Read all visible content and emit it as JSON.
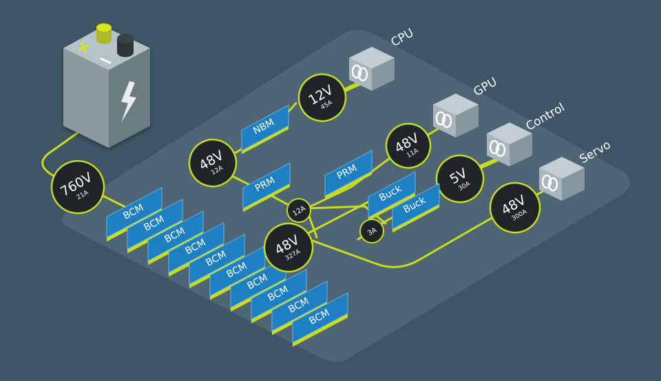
{
  "battery": {
    "plus": "+",
    "minus": "−"
  },
  "source": {
    "voltage": "760V",
    "current": "21A"
  },
  "bcm_modules": [
    "BCM",
    "BCM",
    "BCM",
    "BCM",
    "BCM",
    "BCM",
    "BCM",
    "BCM",
    "BCM",
    "BCM"
  ],
  "bus_main": {
    "voltage": "48V",
    "current": "327A"
  },
  "bus_cpu_in": {
    "voltage": "48V",
    "current": "12A"
  },
  "nbm": "NBM",
  "prm_left": "PRM",
  "prm_right": "PRM",
  "cpu_rail": {
    "voltage": "12V",
    "current": "45A"
  },
  "gpu_rail": {
    "voltage": "48V",
    "current": "11A"
  },
  "control_rail": {
    "voltage": "5V",
    "current": "30A"
  },
  "servo_rail": {
    "voltage": "48V",
    "current": "300A"
  },
  "tap_12a": "12A",
  "tap_3a": "3A",
  "buck_back": "Buck",
  "buck_front": "Buck",
  "loads": {
    "cpu": "CPU",
    "gpu": "GPU",
    "control": "Control",
    "servo": "Servo"
  },
  "colors": {
    "background": "#3e5565",
    "board": "#4e6575",
    "module": "#1e7fc2",
    "wire": "#c9dc1d",
    "node": "#1f2428",
    "load": "#a9b7bd"
  }
}
